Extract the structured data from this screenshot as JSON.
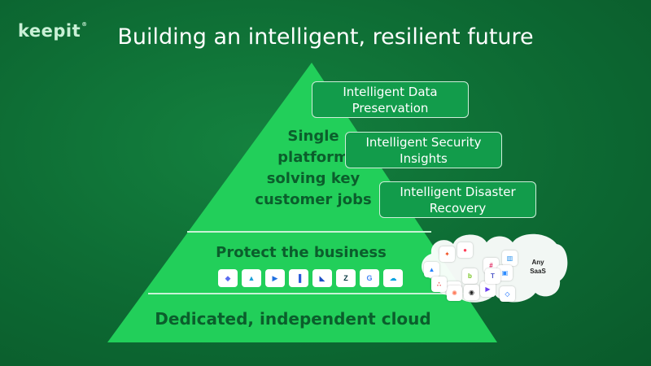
{
  "brand": {
    "logo_text": "keepit",
    "trademark": "®"
  },
  "slide": {
    "title": "Building an intelligent, resilient future"
  },
  "pyramid": {
    "top_lines": [
      "Single",
      "platform",
      "solving key",
      "customer jobs"
    ],
    "middle_label": "Protect the business",
    "bottom_label": "Dedicated, independent cloud"
  },
  "features": [
    {
      "line1": "Intelligent Data",
      "line2": "Preservation"
    },
    {
      "line1": "Intelligent Security",
      "line2": "Insights"
    },
    {
      "line1": "Intelligent Disaster",
      "line2": "Recovery"
    }
  ],
  "app_row": [
    {
      "icon": "copilot-icon",
      "glyph": "◆",
      "color": "#5a6cf0"
    },
    {
      "icon": "entra-icon",
      "glyph": "▲",
      "color": "#1aa0d8"
    },
    {
      "icon": "power-automate-icon",
      "glyph": "▶",
      "color": "#1e6fe0"
    },
    {
      "icon": "power-bi-icon",
      "glyph": "▐",
      "color": "#2a5ad8"
    },
    {
      "icon": "dynamics-icon",
      "glyph": "◣",
      "color": "#1b4ec4"
    },
    {
      "icon": "zendesk-icon",
      "glyph": "Z",
      "color": "#03363d"
    },
    {
      "icon": "google-icon",
      "glyph": "G",
      "color": "#4285f4"
    },
    {
      "icon": "salesforce-icon",
      "glyph": "☁",
      "color": "#00a1e0"
    }
  ],
  "saas_cloud": {
    "label_line1": "Any",
    "label_line2": "SaaS",
    "icons": [
      {
        "icon": "jira-icon",
        "glyph": "▲",
        "color": "#2684ff"
      },
      {
        "icon": "figma-icon",
        "glyph": "✦",
        "color": "#f24e1e"
      },
      {
        "icon": "monday-icon",
        "glyph": "●",
        "color": "#ff3d57"
      },
      {
        "icon": "slack-icon",
        "glyph": "#",
        "color": "#e01e5a"
      },
      {
        "icon": "intercom-icon",
        "glyph": "▥",
        "color": "#1f8ded"
      },
      {
        "icon": "settings-icon",
        "glyph": "⚙",
        "color": "#555555"
      },
      {
        "icon": "hubspot-icon",
        "glyph": "✺",
        "color": "#ff7a59"
      },
      {
        "icon": "bamboo-icon",
        "glyph": "b",
        "color": "#73c41d"
      },
      {
        "icon": "github-icon",
        "glyph": "◉",
        "color": "#222222"
      },
      {
        "icon": "productboard-icon",
        "glyph": "▶",
        "color": "#6b3df0"
      },
      {
        "icon": "zoom-icon",
        "glyph": "▣",
        "color": "#2d8cff"
      },
      {
        "icon": "dropbox-icon",
        "glyph": "◇",
        "color": "#0061ff"
      },
      {
        "icon": "asana-icon",
        "glyph": "∴",
        "color": "#f06a6a"
      },
      {
        "icon": "teams-icon",
        "glyph": "T",
        "color": "#5059c9"
      }
    ]
  },
  "colors": {
    "background": "#0d6a33",
    "pyramid_fill": "#22cf5a",
    "pyramid_text": "#0b5e2c",
    "box_fill": "#129c4b"
  }
}
